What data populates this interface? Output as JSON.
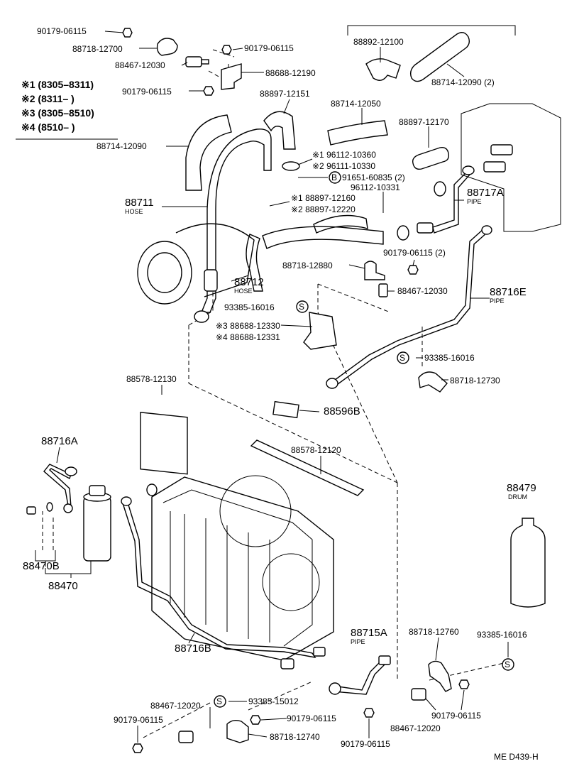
{
  "diagram_id": "ME  D439-H",
  "notes": [
    {
      "mark": "※1",
      "range": "(8305–8311)"
    },
    {
      "mark": "※2",
      "range": "(8311–        )"
    },
    {
      "mark": "※3",
      "range": "(8305–8510)"
    },
    {
      "mark": "※4",
      "range": "(8510–        )"
    }
  ],
  "labels": [
    {
      "id": "l1",
      "text": "90179-06115"
    },
    {
      "id": "l2",
      "text": "88718-12700"
    },
    {
      "id": "l3",
      "text": "90179-06115"
    },
    {
      "id": "l4",
      "text": "88467-12030"
    },
    {
      "id": "l5",
      "text": "88688-12190"
    },
    {
      "id": "l6",
      "text": "90179-06115"
    },
    {
      "id": "l7",
      "text": "88897-12151"
    },
    {
      "id": "l8",
      "text": "88892-12100"
    },
    {
      "id": "l9",
      "text": "88714-12090 (2)"
    },
    {
      "id": "l10",
      "text": "88714-12050"
    },
    {
      "id": "l11",
      "text": "88897-12170"
    },
    {
      "id": "l12",
      "text": "88714-12090"
    },
    {
      "id": "l13",
      "text": "※1 96112-10360"
    },
    {
      "id": "l14",
      "text": "※2 96111-10330"
    },
    {
      "id": "l15",
      "text": "91651-60835 (2)"
    },
    {
      "id": "l16",
      "text": "96112-10331"
    },
    {
      "id": "l17",
      "text": "※1 88897-12160"
    },
    {
      "id": "l18",
      "text": "※2 88897-12220"
    },
    {
      "id": "l19",
      "text": "90179-06115 (2)"
    },
    {
      "id": "l20",
      "text": "88718-12880"
    },
    {
      "id": "l21",
      "text": "88467-12030"
    },
    {
      "id": "l22",
      "text": "93385-16016"
    },
    {
      "id": "l23",
      "text": "※3 88688-12330"
    },
    {
      "id": "l24",
      "text": "※4 88688-12331"
    },
    {
      "id": "l25",
      "text": "93385-16016"
    },
    {
      "id": "l26",
      "text": "88718-12730"
    },
    {
      "id": "l27",
      "text": "88578-12130"
    },
    {
      "id": "l28",
      "text": "88578-12120"
    },
    {
      "id": "l29",
      "text": "88718-12760"
    },
    {
      "id": "l30",
      "text": "93385-16016"
    },
    {
      "id": "l31",
      "text": "88467-12020"
    },
    {
      "id": "l32",
      "text": "93385-15012"
    },
    {
      "id": "l33",
      "text": "90179-06115"
    },
    {
      "id": "l34",
      "text": "90179-06115"
    },
    {
      "id": "l35",
      "text": "88718-12740"
    },
    {
      "id": "l36",
      "text": "90179-06115"
    },
    {
      "id": "l37",
      "text": "88467-12020"
    },
    {
      "id": "l38",
      "text": "90179-06115"
    }
  ],
  "big_labels": [
    {
      "id": "b1",
      "text": "88711",
      "sub": "HOSE"
    },
    {
      "id": "b2",
      "text": "88712",
      "sub": "HOSE"
    },
    {
      "id": "b3",
      "text": "88717A",
      "sub": "PIPE"
    },
    {
      "id": "b4",
      "text": "88716E",
      "sub": "PIPE"
    },
    {
      "id": "b5",
      "text": "88596B",
      "sub": ""
    },
    {
      "id": "b6",
      "text": "88716A",
      "sub": ""
    },
    {
      "id": "b7",
      "text": "88479",
      "sub": "DRUM"
    },
    {
      "id": "b8",
      "text": "88470B",
      "sub": ""
    },
    {
      "id": "b9",
      "text": "88470",
      "sub": ""
    },
    {
      "id": "b10",
      "text": "88716B",
      "sub": ""
    },
    {
      "id": "b11",
      "text": "88715A",
      "sub": "PIPE"
    }
  ],
  "markers": {
    "s": "S",
    "b": "B"
  }
}
